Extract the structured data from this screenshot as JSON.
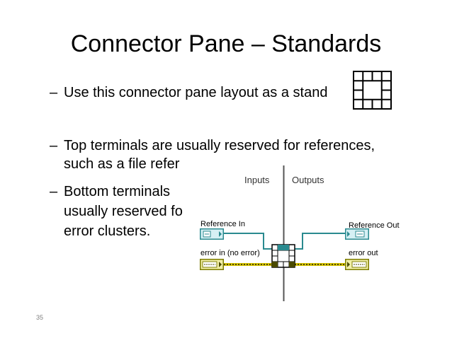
{
  "slide": {
    "title": "Connector Pane – Standards",
    "bullets": [
      {
        "dash": "–",
        "lines": [
          "Use this connector pane layout as a stand"
        ]
      },
      {
        "dash": "–",
        "lines": [
          "Top terminals are usually reserved for references,",
          "such as a file refer"
        ]
      },
      {
        "dash": "–",
        "lines": [
          "Bottom terminals",
          "usually reserved fo",
          "error clusters."
        ]
      }
    ],
    "page_number": "35"
  },
  "diagram": {
    "inputs_header": "Inputs",
    "outputs_header": "Outputs",
    "reference_in": "Reference In",
    "reference_out": "Reference Out",
    "error_in": "error in (no error)",
    "error_out": "error out",
    "colors": {
      "reference_wire": "#2a8a8f",
      "error_wire": "#d6c200",
      "error_wire_dark": "#4a4a00",
      "error_terminal_border": "#7c7c00",
      "error_terminal_fill": "#f2f0a8",
      "reference_terminal_border": "#2a8a8f",
      "reference_terminal_fill": "#d6f0f4"
    }
  }
}
